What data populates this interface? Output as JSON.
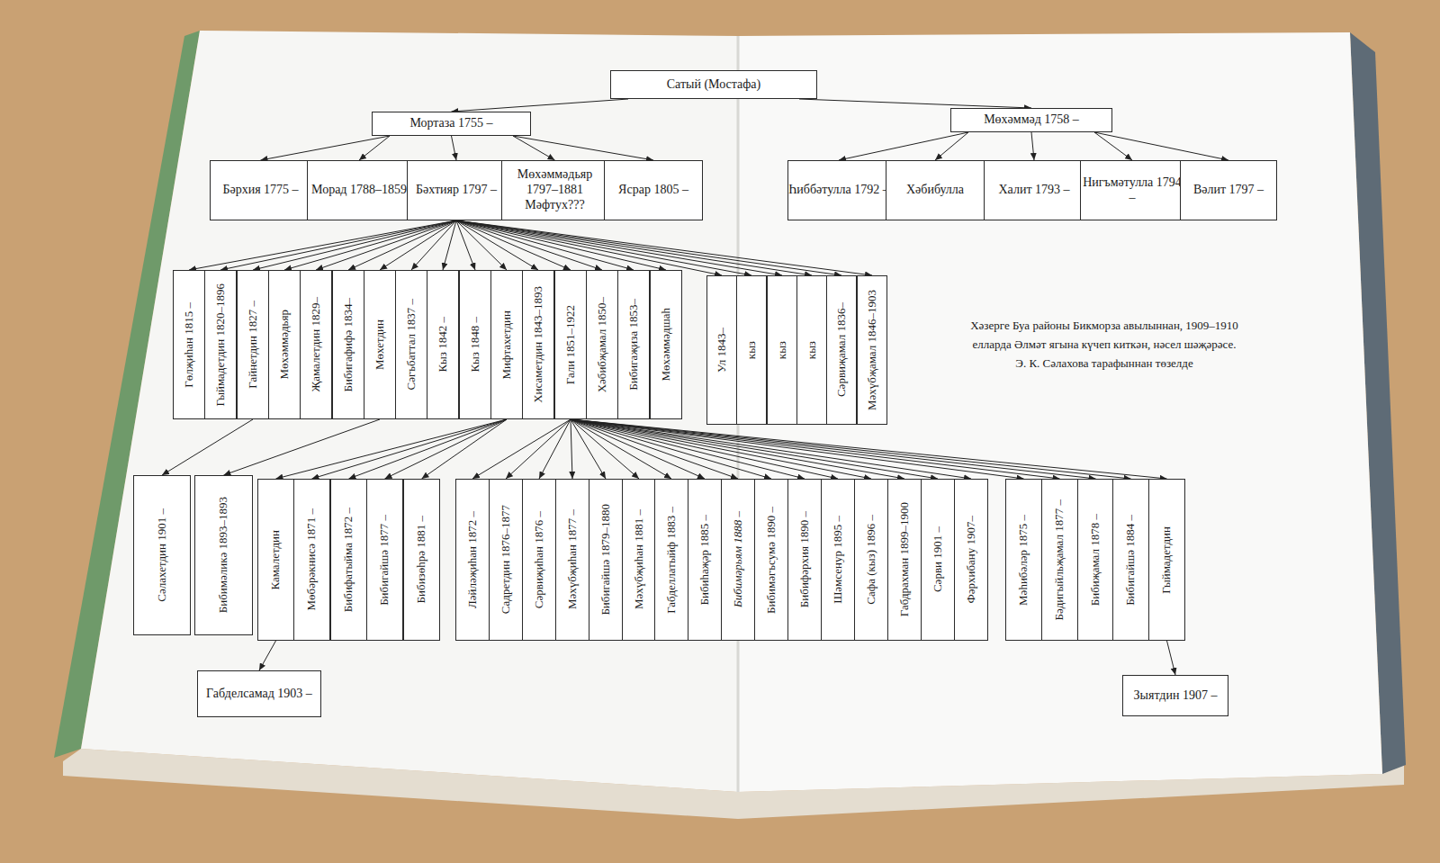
{
  "diagram": {
    "caption": "Хәзерге Буа районы Бикморза авылыннан, 1909–1910 елларда Әлмәт ягына күчеп киткән, нәсел шәҗәрәсе.",
    "nodes": [
      {
        "text": [
          "Сатый (Мостафа)"
        ]
      },
      {
        "text": [
          "Мортаза 1755 –"
        ]
      },
      {
        "text": [
          "Мөхәммәд 1758 –"
        ]
      },
      {
        "text": [
          "Бәрхия 1775 –"
        ]
      },
      {
        "text": [
          "Морад 1788–1859"
        ]
      },
      {
        "text": [
          "Бәхтияр 1797 –"
        ]
      },
      {
        "text": [
          "Мөхәммәдьяр 1797–1881 Мәфтух???"
        ]
      },
      {
        "text": [
          "Ясрар 1805 –"
        ]
      },
      {
        "text": [
          "Һиббәтулла 1792 –"
        ]
      },
      {
        "text": [
          "Хәбибулла"
        ]
      },
      {
        "text": [
          "Халит 1793 –"
        ]
      },
      {
        "text": [
          "Нигъмәтулла 1794 –"
        ]
      },
      {
        "text": [
          "Вәлит 1797 –"
        ]
      },
      {
        "text": [
          "Гөлҗиһан 1815 –"
        ]
      },
      {
        "text": [
          "Гыймадетдин 1820–1896"
        ]
      },
      {
        "text": [
          "Гайнетдин 1827 –"
        ]
      },
      {
        "text": [
          "Мөхәммәдьяр"
        ]
      },
      {
        "text": [
          "Җамалетдин 1829–"
        ]
      },
      {
        "text": [
          "Бибигафифә 1834–"
        ]
      },
      {
        "text": [
          "Мөхетдин"
        ]
      },
      {
        "text": [
          "Сәгъбаттал 1837 –"
        ]
      },
      {
        "text": [
          "Кыз 1842 –"
        ]
      },
      {
        "text": [
          "Кыз 1848 –"
        ]
      },
      {
        "text": [
          "Мифтахетдин"
        ]
      },
      {
        "text": [
          "Хисаметдин 1843–1893"
        ]
      },
      {
        "text": [
          "Гали 1851–1922"
        ]
      },
      {
        "text": [
          "Хәбибҗамал 1850–"
        ]
      },
      {
        "text": [
          "Бибигаҗиза 1853–"
        ]
      },
      {
        "text": [
          "Мөхәммәдшаһ"
        ]
      },
      {
        "text": [
          "Ул 1843–"
        ]
      },
      {
        "text": [
          "кыз"
        ]
      },
      {
        "text": [
          "кыз"
        ]
      },
      {
        "text": [
          "кыз"
        ]
      },
      {
        "text": [
          "Сәрвиҗамал 1836–"
        ]
      },
      {
        "text": [
          "Мәхүбҗамал 1846–1903"
        ]
      },
      {
        "text": [
          "Сәлахетдин 1901 –"
        ]
      },
      {
        "text": [
          "Бибимәликә 1893–1893"
        ]
      },
      {
        "text": [
          "Камалетдин"
        ]
      },
      {
        "text": [
          "Мөбәрәкнисә 1871 –"
        ]
      },
      {
        "text": [
          "Бибифатыйма 1872 –"
        ]
      },
      {
        "text": [
          "Бибигайшә 1877 –"
        ]
      },
      {
        "text": [
          "Бибизөһрә 1881 –"
        ]
      },
      {
        "text": [
          "Ләйләҗиһан 1872 –"
        ]
      },
      {
        "text": [
          "Садретдин 1876–1877"
        ]
      },
      {
        "text": [
          "Сәрвиҗиһан 1876 –"
        ]
      },
      {
        "text": [
          "Мәхүбҗиһан 1877 –"
        ]
      },
      {
        "text": [
          "Бибигайшә 1879–1880"
        ]
      },
      {
        "text": [
          "Мәхүбҗиһан 1881 –"
        ]
      },
      {
        "text": [
          "Габделлатыйф 1883 –"
        ]
      },
      {
        "text": [
          "Бибиһаҗәр 1885 –"
        ]
      },
      {
        "text": [
          "Бибимәрьям 1888 –"
        ]
      },
      {
        "text": [
          "Бибимәгъсумә 1890 –"
        ]
      },
      {
        "text": [
          "Бибифәрхия 1890 –"
        ]
      },
      {
        "text": [
          "Шәмсенур 1895 –"
        ]
      },
      {
        "text": [
          "Сафа (кыз) 1896 –"
        ]
      },
      {
        "text": [
          "Габдрахман 1899–1900"
        ]
      },
      {
        "text": [
          "Сәрви 1901 –"
        ]
      },
      {
        "text": [
          "Фәрхибану 1907–"
        ]
      },
      {
        "text": [
          "Мәһибәләр 1875 –"
        ]
      },
      {
        "text": [
          "Бәдигыйльҗамал 1877 –"
        ]
      },
      {
        "text": [
          "Бибиҗамал 1878 –"
        ]
      },
      {
        "text": [
          "Бибигайшә 1884 –"
        ]
      },
      {
        "text": [
          "Гыймадетдин"
        ]
      },
      {
        "text": [
          "Габделсамад 1903 –"
        ]
      },
      {
        "text": [
          "Зыятдин 1907 –"
        ]
      }
    ],
    "edges": [
      {
        "from": 0,
        "to": 1,
        "arrow": "to"
      },
      {
        "from": 0,
        "to": 2,
        "arrow": "to"
      },
      {
        "from": 1,
        "to": 3,
        "arrow": "to"
      },
      {
        "from": 1,
        "to": 4,
        "arrow": "to"
      },
      {
        "from": 1,
        "to": 5,
        "arrow": "to"
      },
      {
        "from": 1,
        "to": 6,
        "arrow": "to"
      },
      {
        "from": 1,
        "to": 7,
        "arrow": "to"
      },
      {
        "from": 2,
        "to": 8,
        "arrow": "to"
      },
      {
        "from": 2,
        "to": 9,
        "arrow": "to"
      },
      {
        "from": 2,
        "to": 10,
        "arrow": "to"
      },
      {
        "from": 2,
        "to": 11,
        "arrow": "to"
      },
      {
        "from": 2,
        "to": 12,
        "arrow": "to"
      },
      {
        "from": 5,
        "to": 13,
        "arrow": "to"
      },
      {
        "from": 5,
        "to": 14,
        "arrow": "to"
      },
      {
        "from": 5,
        "to": 15,
        "arrow": "to"
      },
      {
        "from": 5,
        "to": 16,
        "arrow": "to"
      },
      {
        "from": 5,
        "to": 17,
        "arrow": "to"
      },
      {
        "from": 5,
        "to": 18,
        "arrow": "to"
      },
      {
        "from": 5,
        "to": 19,
        "arrow": "to"
      },
      {
        "from": 5,
        "to": 20,
        "arrow": "to"
      },
      {
        "from": 5,
        "to": 21,
        "arrow": "to"
      },
      {
        "from": 5,
        "to": 22,
        "arrow": "to"
      },
      {
        "from": 5,
        "to": 23,
        "arrow": "to"
      },
      {
        "from": 5,
        "to": 24,
        "arrow": "to"
      },
      {
        "from": 5,
        "to": 25,
        "arrow": "to"
      },
      {
        "from": 5,
        "to": 26,
        "arrow": "to"
      },
      {
        "from": 5,
        "to": 27,
        "arrow": "to"
      },
      {
        "from": 5,
        "to": 28,
        "arrow": "to"
      },
      {
        "from": 5,
        "to": 29,
        "arrow": "to"
      },
      {
        "from": 5,
        "to": 30,
        "arrow": "to"
      },
      {
        "from": 5,
        "to": 31,
        "arrow": "to"
      },
      {
        "from": 5,
        "to": 32,
        "arrow": "to"
      },
      {
        "from": 5,
        "to": 33,
        "arrow": "to"
      },
      {
        "from": 5,
        "to": 34,
        "arrow": "to"
      },
      {
        "from": 15,
        "to": 35,
        "arrow": "to"
      },
      {
        "from": 19,
        "to": 36,
        "arrow": "to"
      },
      {
        "from": 23,
        "to": 37,
        "arrow": "to"
      },
      {
        "from": 23,
        "to": 38,
        "arrow": "to"
      },
      {
        "from": 23,
        "to": 39,
        "arrow": "to"
      },
      {
        "from": 23,
        "to": 40,
        "arrow": "to"
      },
      {
        "from": 23,
        "to": 41,
        "arrow": "to"
      },
      {
        "from": 25,
        "to": 42,
        "arrow": "to"
      },
      {
        "from": 25,
        "to": 43,
        "arrow": "to"
      },
      {
        "from": 25,
        "to": 44,
        "arrow": "to"
      },
      {
        "from": 25,
        "to": 45,
        "arrow": "to"
      },
      {
        "from": 25,
        "to": 46,
        "arrow": "to"
      },
      {
        "from": 25,
        "to": 47,
        "arrow": "to"
      },
      {
        "from": 25,
        "to": 48,
        "arrow": "to"
      },
      {
        "from": 25,
        "to": 49,
        "arrow": "to"
      },
      {
        "from": 25,
        "to": 50,
        "arrow": "to"
      },
      {
        "from": 25,
        "to": 51,
        "arrow": "to"
      },
      {
        "from": 25,
        "to": 52,
        "arrow": "to"
      },
      {
        "from": 25,
        "to": 53,
        "arrow": "to"
      },
      {
        "from": 25,
        "to": 54,
        "arrow": "to"
      },
      {
        "from": 25,
        "to": 55,
        "arrow": "to"
      },
      {
        "from": 25,
        "to": 56,
        "arrow": "to"
      },
      {
        "from": 25,
        "to": 57,
        "arrow": "to"
      },
      {
        "from": 25,
        "to": 58,
        "arrow": "to"
      },
      {
        "from": 25,
        "to": 59,
        "arrow": "to"
      },
      {
        "from": 25,
        "to": 60,
        "arrow": "to"
      },
      {
        "from": 25,
        "to": 61,
        "arrow": "to"
      },
      {
        "from": 25,
        "to": 62,
        "arrow": "to"
      },
      {
        "from": 37,
        "to": 63,
        "arrow": "to"
      },
      {
        "from": 62,
        "to": 64,
        "arrow": "to"
      }
    ],
    "labels": [
      "Э. К. Сәлахова тарафыннан төзелде"
    ]
  }
}
